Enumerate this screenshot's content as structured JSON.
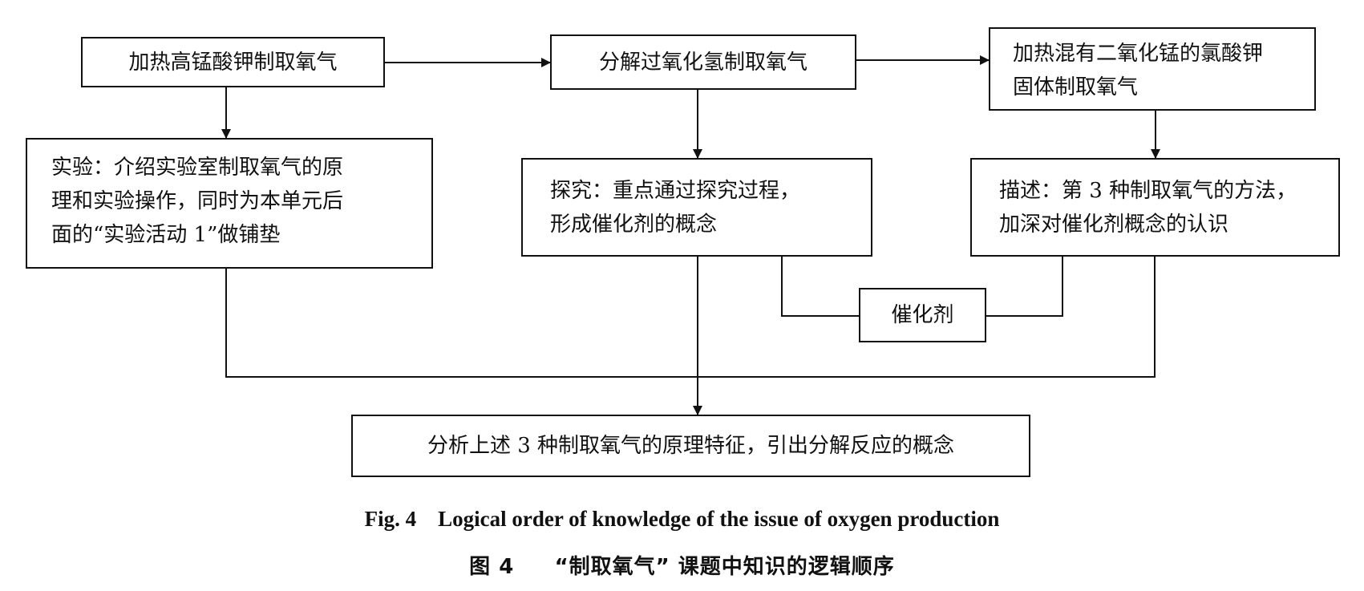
{
  "nodes": {
    "kmno4": "加热高锰酸钾制取氧气",
    "h2o2": "分解过氧化氢制取氧气",
    "kclo3": [
      "加热混有二氧化锰的氯酸钾",
      "固体制取氧气"
    ],
    "experiment": [
      "实验：介绍实验室制取氧气的原",
      "理和实验操作，同时为本单元后",
      "面的“实验活动 1”做铺垫"
    ],
    "inquiry": [
      "探究：重点通过探究过程，",
      "形成催化剂的概念"
    ],
    "describe": [
      "描述：第 3 种制取氧气的方法，",
      "加深对催化剂概念的认识"
    ],
    "catalyst": "催化剂",
    "analysis": "分析上述 3 种制取氧气的原理特征，引出分解反应的概念"
  },
  "caption": {
    "en": "Fig. 4    Logical order of knowledge of the issue of oxygen production",
    "zh": "图 4     “制取氧气” 课题中知识的逻辑顺序"
  }
}
